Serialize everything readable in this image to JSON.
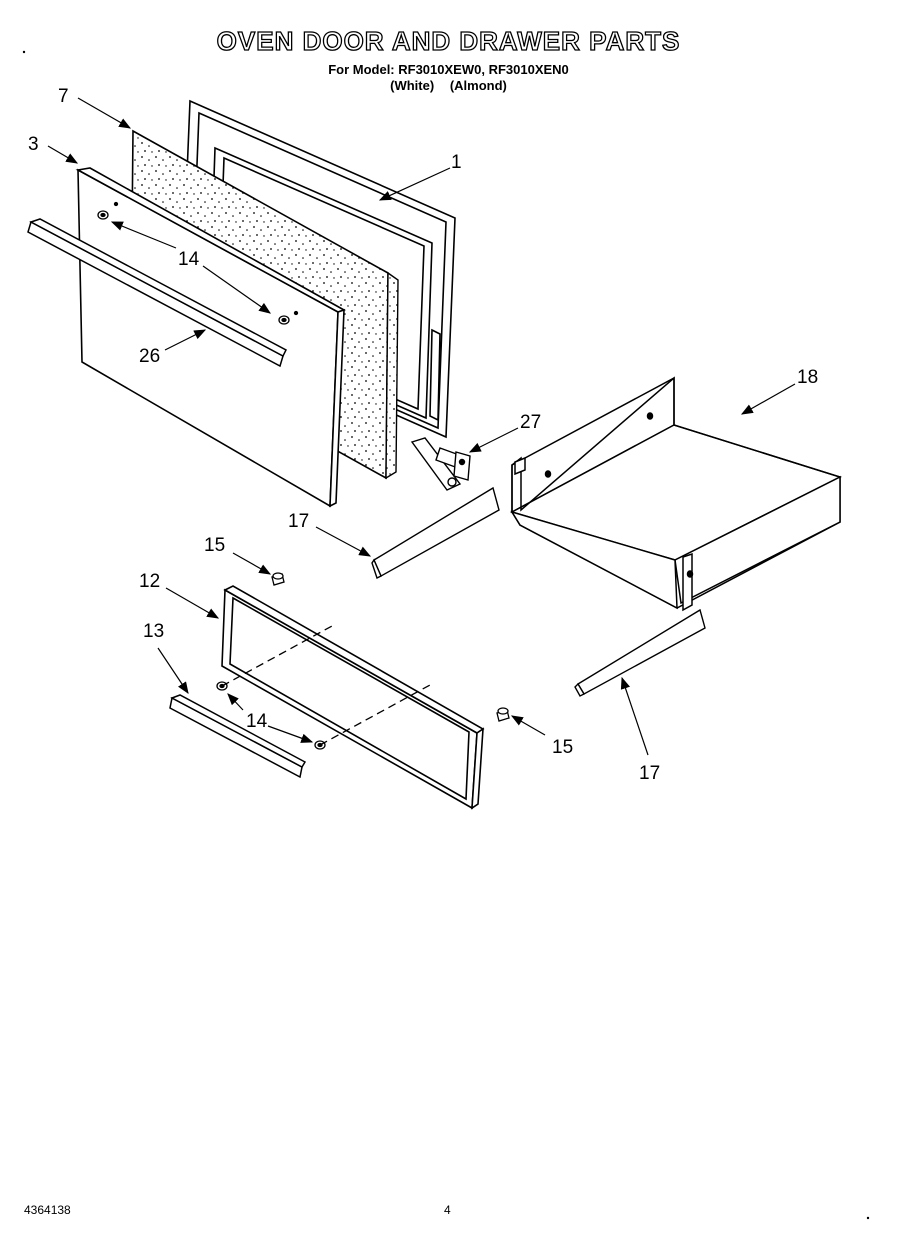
{
  "header": {
    "title": "OVEN DOOR AND DRAWER PARTS",
    "model_line": "For Model: RF3010XEW0, RF3010XEN0",
    "variant_white": "(White)",
    "variant_almond": "(Almond)"
  },
  "callouts": {
    "c1": "1",
    "c3": "3",
    "c7": "7",
    "c12": "12",
    "c13": "13",
    "c14a": "14",
    "c14b": "14",
    "c15a": "15",
    "c15b": "15",
    "c17a": "17",
    "c17b": "17",
    "c18": "18",
    "c26": "26",
    "c27": "27"
  },
  "footer": {
    "doc_number": "4364138",
    "page_number": "4"
  }
}
